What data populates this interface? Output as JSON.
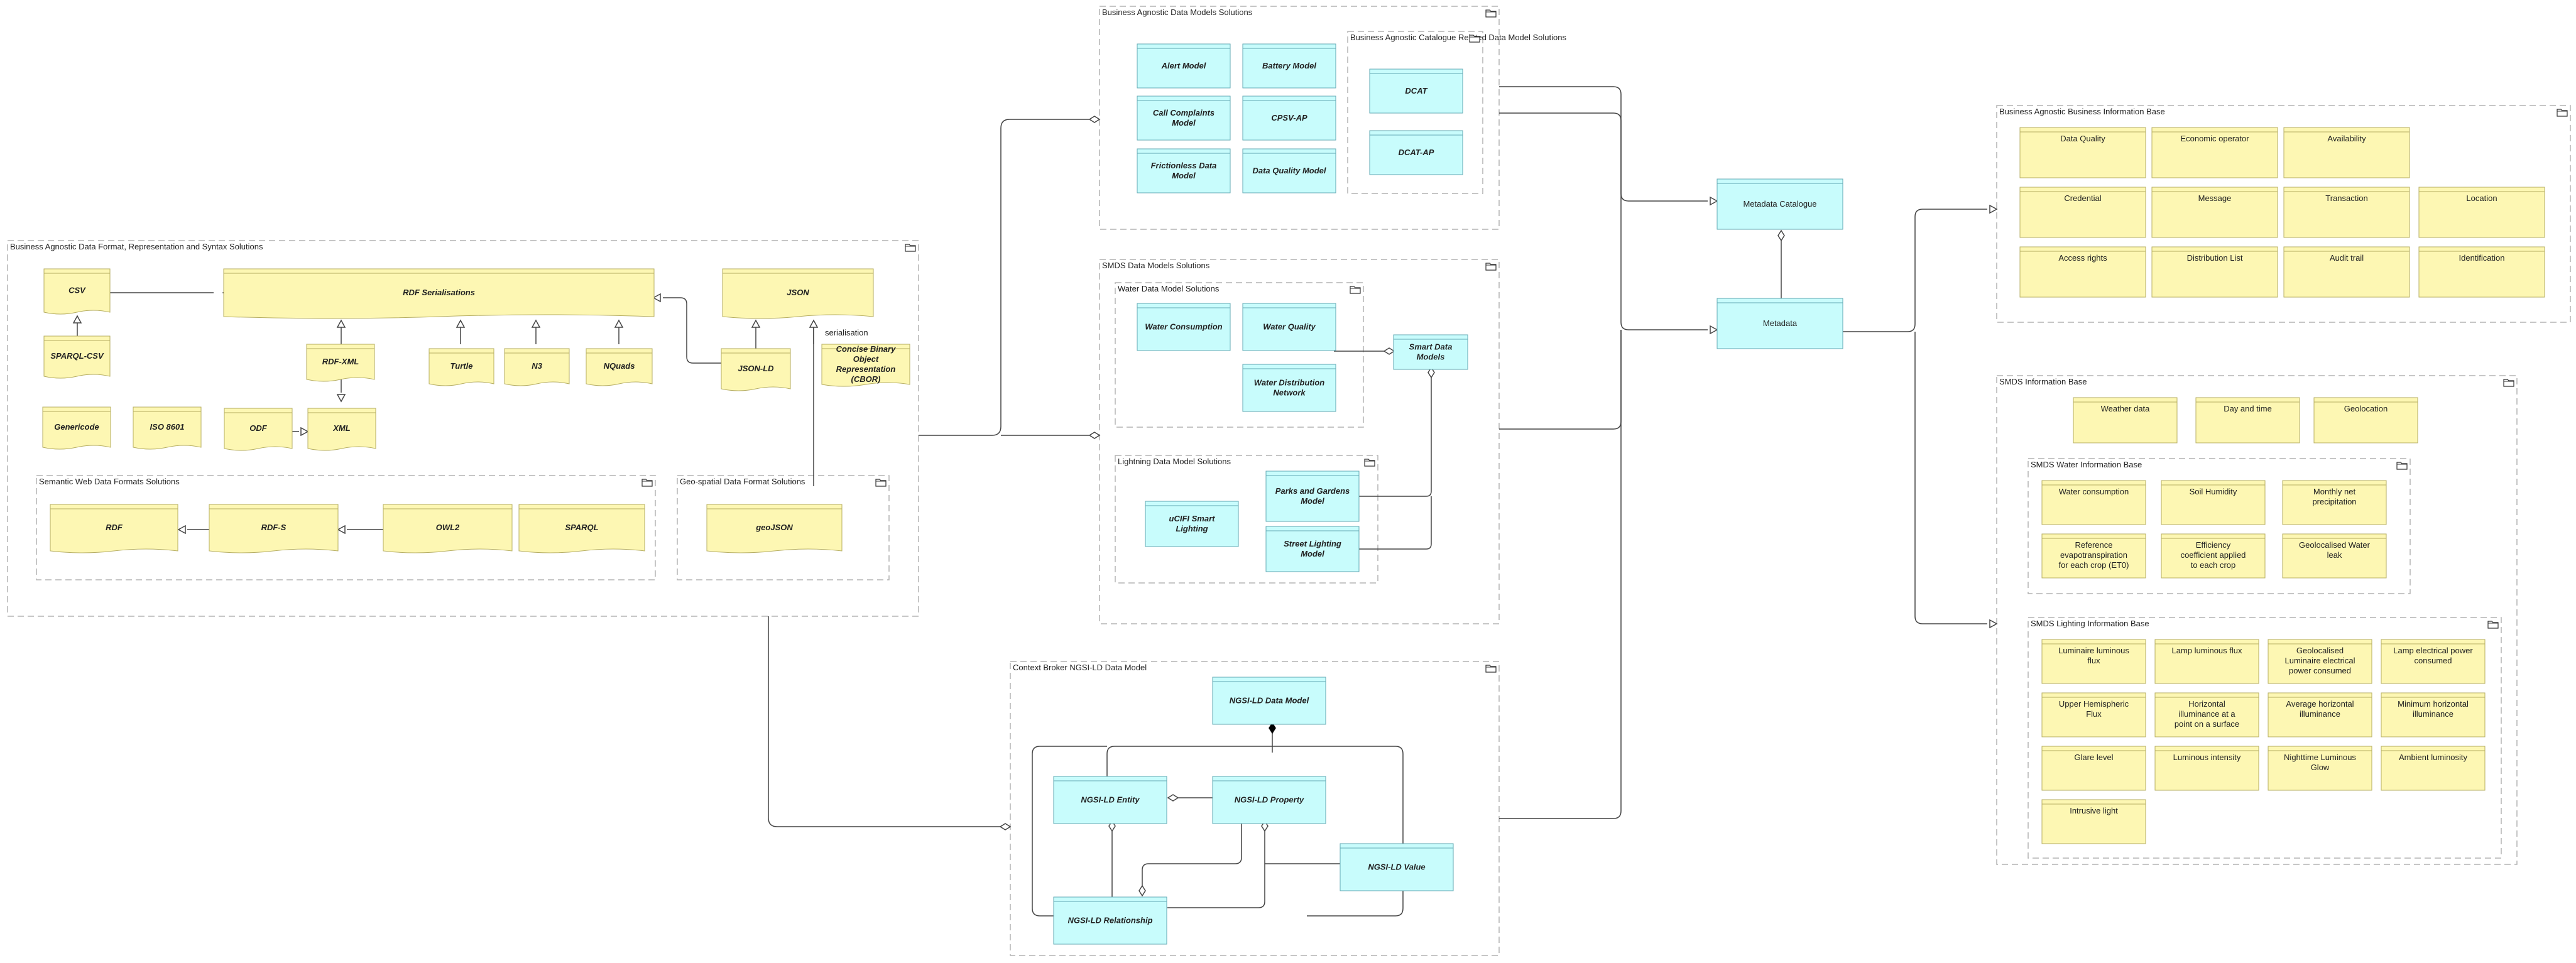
{
  "groups": {
    "g_format": "Business Agnostic Data Format, Representation and Syntax Solutions",
    "g_semantic": "Semantic Web Data Formats Solutions",
    "g_geo": "Geo-spatial Data Format Solutions",
    "g_bad_models": "Business Agnostic Data Models Solutions",
    "g_catalogue": "Business Agnostic Catalogue Related Data Model Solutions",
    "g_smds_models": "SMDS Data Models Solutions",
    "g_water_models": "Water Data Model Solutions",
    "g_lighting_models": "Lightning Data Model Solutions",
    "g_ngsi": "Context Broker NGSI-LD Data Model",
    "g_bi_base": "Business Agnostic Business Information Base",
    "g_smds_info": "SMDS Information Base",
    "g_water_info": "SMDS Water Information Base",
    "g_lighting_info": "SMDS Lighting Information Base"
  },
  "nodes": {
    "csv": "CSV",
    "rdf_serial": "RDF Serialisations",
    "json": "JSON",
    "sparql_csv": "SPARQL-CSV",
    "rdf_xml": "RDF-XML",
    "turtle": "Turtle",
    "n3": "N3",
    "nquads": "NQuads",
    "json_ld": "JSON-LD",
    "cbor": "Concise Binary Object Representation (CBOR)",
    "genericode": "Genericode",
    "iso8601": "ISO 8601",
    "odf": "ODF",
    "xml": "XML",
    "rdf": "RDF",
    "rdfs": "RDF-S",
    "owl2": "OWL2",
    "sparql": "SPARQL",
    "geojson": "geoJSON",
    "alert_model": "Alert Model",
    "battery_model": "Battery Model",
    "call_model": "Call  Complaints Model",
    "cpsv_ap": "CPSV-AP",
    "frictionless": "Frictionless Data Model",
    "dq_model": "Data Quality Model",
    "dcat": "DCAT",
    "dcat_ap": "DCAT-AP",
    "water_consumption": "Water Consumption",
    "water_quality": "Water Quality",
    "water_distribution": "Water Distribution Network",
    "smart_data_models": "Smart Data Models",
    "ucifi": "uCIFI Smart Lighting",
    "parks": "Parks and Gardens Model",
    "street_lighting": "Street Lighting Model",
    "ngsi_model": "NGSI-LD Data Model",
    "ngsi_entity": "NGSI-LD Entity",
    "ngsi_property": "NGSI-LD Property",
    "ngsi_value": "NGSI-LD Value",
    "ngsi_relationship": "NGSI-LD Relationship",
    "metadata_catalogue": "Metadata Catalogue",
    "metadata": "Metadata",
    "bi_data_quality": "Data Quality",
    "bi_economic": "Economic operator",
    "bi_availability": "Availability",
    "bi_credential": "Credential",
    "bi_message": "Message",
    "bi_transaction": "Transaction",
    "bi_location": "Location",
    "bi_access": "Access rights",
    "bi_distribution": "Distribution List",
    "bi_audit": "Audit trail",
    "bi_identification": "Identification",
    "si_weather": "Weather data",
    "si_day_time": "Day and time",
    "si_geolocation": "Geolocation",
    "wi_consumption": "Water consumption",
    "wi_soil": "Soil Humidity",
    "wi_precipitation": "Monthly net precipitation",
    "wi_evapo": "Reference evapotranspiration for each crop (ET0)",
    "wi_efficiency": "Efficiency coefficient applied to each crop",
    "wi_leak": "Geolocalised Water leak",
    "li_luminaire_flux": "Luminaire luminous flux",
    "li_lamp_flux": "Lamp luminous flux",
    "li_geo_luminaire": "Geolocalised Luminaire electrical power consumed",
    "li_lamp_power": "Lamp electrical power consumed",
    "li_upper_flux": "Upper Hemispheric Flux",
    "li_horiz_point": "Horizontal illuminance at a point on a surface",
    "li_avg_horiz": "Average horizontal illuminance",
    "li_min_horiz": "Minimum horizontal illuminance",
    "li_glare": "Glare level",
    "li_intensity": "Luminous intensity",
    "li_glow": "Nighttime Luminous Glow",
    "li_ambient": "Ambient luminosity",
    "li_intrusive": "Intrusive light"
  },
  "edges": {
    "serialisation": "serialisation"
  }
}
